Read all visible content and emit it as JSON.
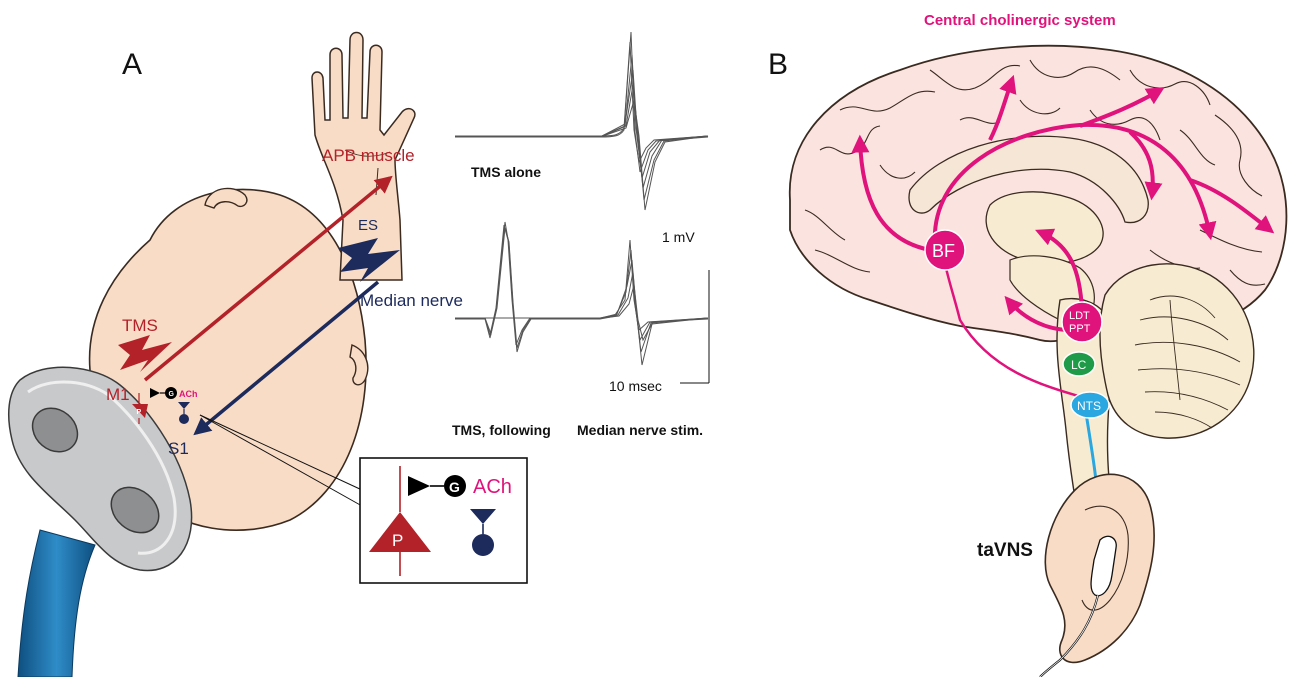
{
  "panels": {
    "a": "A",
    "b": "B"
  },
  "panel_a": {
    "hand_muscle": "APB muscle",
    "electrical_stim": "ES",
    "median_nerve": "Median nerve",
    "tms": "TMS",
    "motor_cortex": "M1",
    "sensory_cortex": "S1",
    "pyramidal_cell": "P",
    "gaba_cell": "G",
    "acetylcholine": "ACh",
    "trace_tms_alone": "TMS alone",
    "trace_tms_following": "TMS, following",
    "trace_median_stim": "Median nerve stim.",
    "scale_voltage": "1 mV",
    "scale_time": "10 msec"
  },
  "panel_b": {
    "title": "Central cholinergic system",
    "nucleus_bf": "BF",
    "nucleus_ldt": "LDT",
    "nucleus_ppt": "PPT",
    "nucleus_lc": "LC",
    "nucleus_nts": "NTS",
    "stimulation": "taVNS"
  },
  "colors": {
    "skin": "#f8dcc6",
    "skin_outline": "#3a2a20",
    "tms_red": "#b32129",
    "nerve_navy": "#1c2a5c",
    "cholinergic_magenta": "#e0137c",
    "locus_green": "#1f9a48",
    "vagal_blue": "#2aa6e0",
    "brain_pink": "#fbe3e0",
    "brainstem_cream": "#f7ecd2",
    "coil_gray": "#c8c9cb",
    "cable_blue": "#1a6fa8",
    "trace_gray": "#555555"
  }
}
